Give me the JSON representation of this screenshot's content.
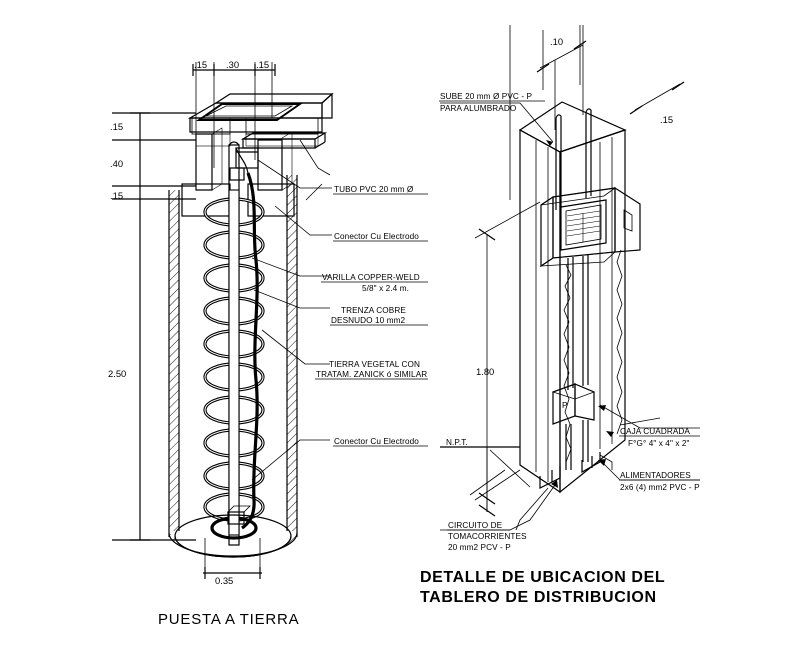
{
  "drawing": {
    "background": "#ffffff",
    "line_color": "#000000"
  },
  "left_detail": {
    "title": "PUESTA A TIERRA",
    "top_dimensions": [
      ".15",
      ".30",
      ".15"
    ],
    "left_dimensions": [
      ".15",
      ".40",
      ".15",
      "2.50"
    ],
    "bottom_dimension": "0.35",
    "labels": [
      {
        "line1": "TUBO PVC 20 mm Ø",
        "line2": ""
      },
      {
        "line1": "Conector Cu Electrodo",
        "line2": ""
      },
      {
        "line1": "VARILLA COPPER-WELD",
        "line2": "5/8\" x 2.4 m."
      },
      {
        "line1": "TRENZA COBRE",
        "line2": "DESNUDO 10 mm2"
      },
      {
        "line1": "TIERRA VEGETAL CON",
        "line2": "TRATAM. ZANICK ó SIMILAR"
      },
      {
        "line1": "Conector Cu Electrodo",
        "line2": ""
      }
    ]
  },
  "right_detail": {
    "title_line1": "DETALLE DE UBICACION DEL",
    "title_line2": "TABLERO DE DISTRIBUCION",
    "top_dimensions": [
      ".10",
      ".15"
    ],
    "height_dimension": "1.80",
    "level_label": "N.P.T.",
    "box_marker": "P",
    "labels": [
      {
        "line1": "SUBE 20 mm Ø PVC - P",
        "line2": "PARA ALUMBRADO"
      },
      {
        "line1": "CAJA CUADRADA",
        "line2": "F°G° 4\" x 4\" x 2\""
      },
      {
        "line1": "ALIMENTADORES",
        "line2": "2x6 (4) mm2 PVC - P"
      },
      {
        "line1": "CIRCUITO DE",
        "line2": "TOMACORRIENTES",
        "line3": "20  mm2 PCV - P"
      }
    ]
  }
}
